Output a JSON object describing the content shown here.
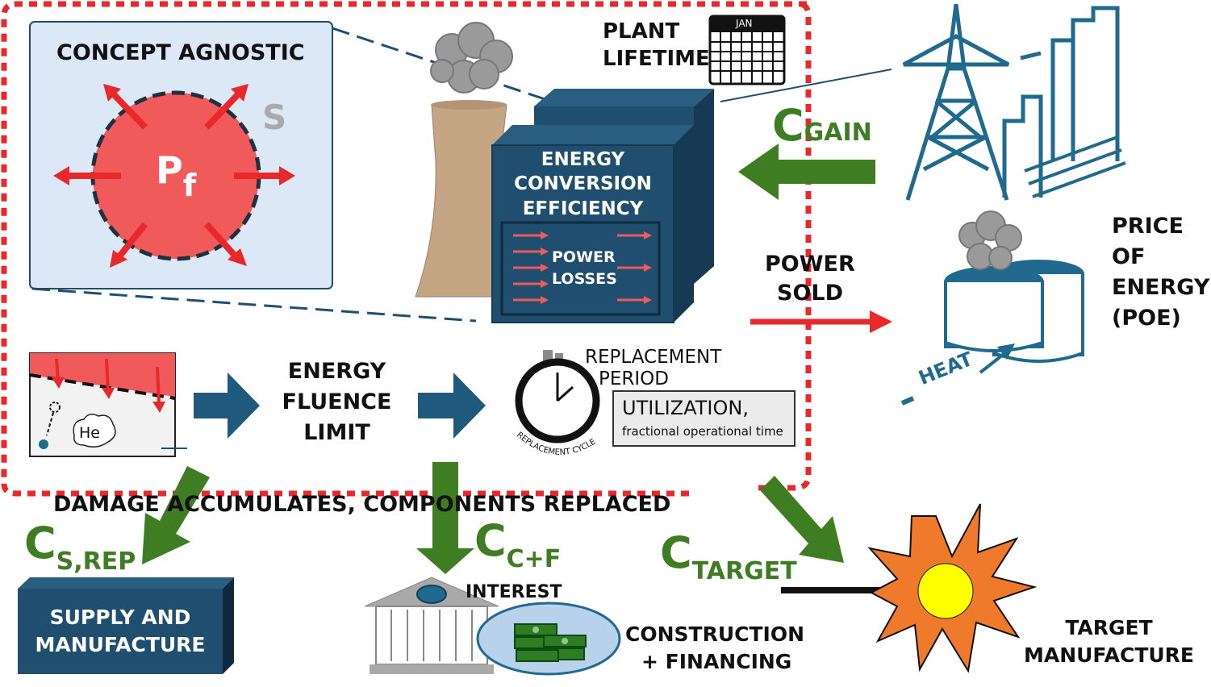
{
  "concept": {
    "title": "CONCEPT AGNOSTIC",
    "pf_main": "P",
    "pf_sub": "f",
    "s_label": "S"
  },
  "plant_lifetime": {
    "line1": "PLANT",
    "line2": "LIFETIME",
    "calendar_month": "JAN"
  },
  "efficiency_box": {
    "line1": "ENERGY",
    "line2": "CONVERSION",
    "line3": "EFFICIENCY",
    "losses1": "POWER",
    "losses2": "LOSSES"
  },
  "c_gain": {
    "main": "C",
    "sub": "GAIN"
  },
  "power_sold": {
    "line1": "POWER",
    "line2": "SOLD"
  },
  "poe": {
    "line1": "PRICE",
    "line2": "OF",
    "line3": "ENERGY",
    "line4": "(POE)"
  },
  "heat_label": "HEAT",
  "fluence": {
    "line1": "ENERGY",
    "line2": "FLUENCE",
    "line3": "LIMIT",
    "he_label": "He"
  },
  "replacement": {
    "line1": "REPLACEMENT",
    "line2": "PERIOD",
    "cycle_text": "REPLACEMENT CYCLE"
  },
  "utilization": {
    "title": "UTILIZATION,",
    "subtitle": "fractional operational time"
  },
  "damage_text": "DAMAGE ACCUMULATES, COMPONENTS REPLACED",
  "c_srep": {
    "main": "C",
    "sub": "S,REP"
  },
  "c_cf": {
    "main": "C",
    "sub": "C+F"
  },
  "c_target": {
    "main": "C",
    "sub": "TARGET"
  },
  "supply": {
    "line1": "SUPPLY AND",
    "line2": "MANUFACTURE"
  },
  "interest_label": "INTEREST",
  "construction": {
    "line1": "CONSTRUCTION",
    "line2": "+ FINANCING"
  },
  "target": {
    "line1": "TARGET",
    "line2": "MANUFACTURE"
  },
  "colors": {
    "navy": "#1f4e6e",
    "green": "#3e7d22",
    "red": "#e8282b",
    "orange": "#ef7a2b",
    "yellow": "#ffff00"
  }
}
